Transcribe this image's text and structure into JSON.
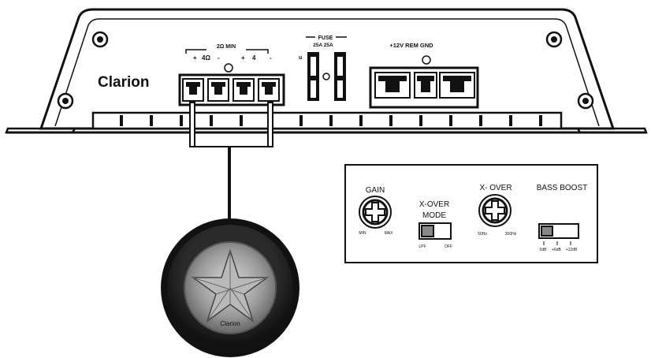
{
  "amplifier": {
    "brand": "Clarion",
    "speaker_terminals": {
      "title": "2Ω MIN",
      "bridge_label": "4Ω",
      "ch4_label": "4",
      "plus_left": "+",
      "minus_left": "-",
      "plus_right": "+",
      "minus_right": "-"
    },
    "fuse": {
      "title": "FUSE",
      "ratings": "25A 25A",
      "side_label": "u"
    },
    "power": {
      "label": "+12V REM GND"
    }
  },
  "subwoofer": {
    "brand": "Clarion"
  },
  "control_panel": {
    "gain": {
      "title": "GAIN",
      "min": "MIN",
      "max": "MAX"
    },
    "xover_mode": {
      "title_line1": "X-OVER",
      "title_line2": "MODE",
      "left": "LPF",
      "right": "OFF"
    },
    "xover": {
      "title": "X- OVER",
      "low": "50Hz",
      "high": "300Hz"
    },
    "bass_boost": {
      "title": "BASS BOOST",
      "opt1": "0dB",
      "opt2": "+6dB",
      "opt3": "+12dB"
    }
  }
}
